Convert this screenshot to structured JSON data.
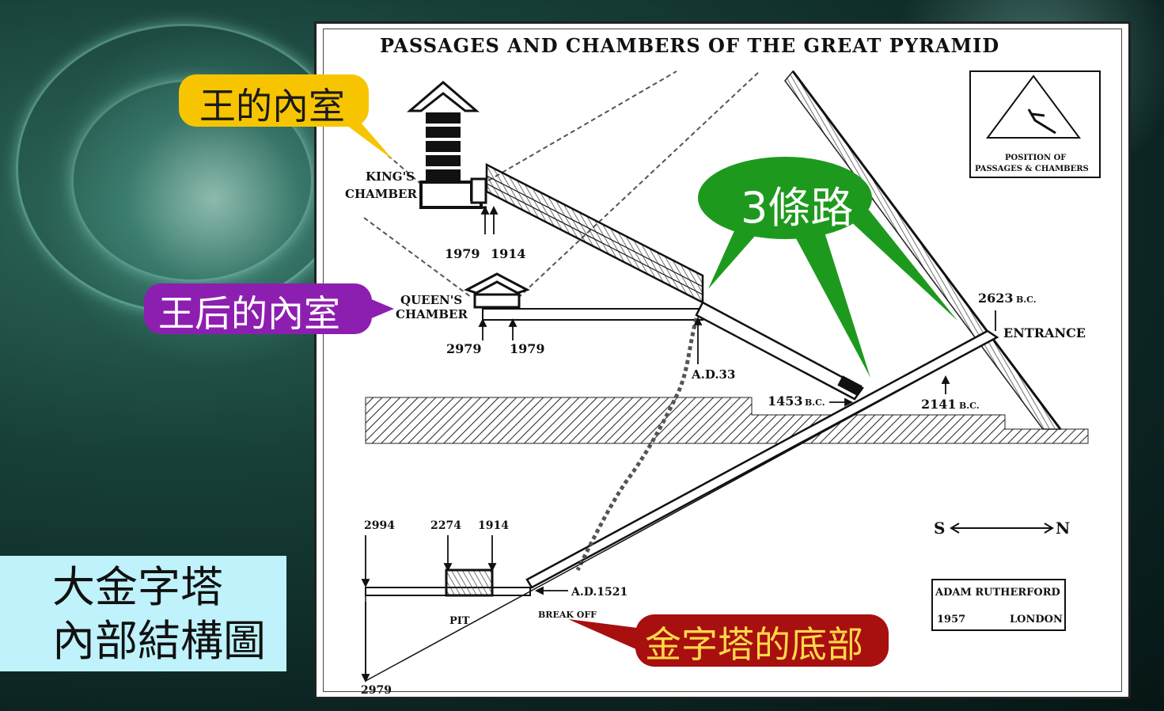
{
  "diagram": {
    "title": "PASSAGES AND CHAMBERS OF THE GREAT PYRAMID",
    "inset_caption_line1": "POSITION OF",
    "inset_caption_line2": "PASSAGES & CHAMBERS",
    "kings_chamber_line1": "KING'S",
    "kings_chamber_line2": "CHAMBER",
    "queens_chamber_line1": "QUEEN'S",
    "queens_chamber_line2": "CHAMBER",
    "label_1979_top": "1979",
    "label_1914_top": "1914",
    "label_2979_mid": "2979",
    "label_1979_mid": "1979",
    "label_ad33": "A.D.33",
    "label_1453": "1453",
    "label_1453_bc": "B.C.",
    "label_2141": "2141",
    "label_2141_bc": "B.C.",
    "label_2623": "2623",
    "label_2623_bc": "B.C.",
    "label_entrance": "ENTRANCE",
    "label_2994": "2994",
    "label_2274": "2274",
    "label_1914_low": "1914",
    "label_pit": "PIT",
    "label_ad1521": "A.D.1521",
    "label_break_off": "BREAK OFF",
    "label_2979_bottom": "2979",
    "compass_s": "S",
    "compass_n": "N",
    "credit_name": "ADAM RUTHERFORD",
    "credit_year": "1957",
    "credit_city": "LONDON"
  },
  "callouts": {
    "kings": "王的內室",
    "queens": "王后的內室",
    "paths": "3條路",
    "base": "金字塔的底部"
  },
  "info_box": {
    "line1": "大金字塔",
    "line2": "內部結構圖"
  },
  "colors": {
    "yellow_callout": "#f7c500",
    "purple_callout": "#8d1fb0",
    "green_callout": "#1d9a1d",
    "red_callout": "#a80f0f",
    "base_text": "#ffd84a",
    "info_box_bg": "#bff2fb"
  }
}
